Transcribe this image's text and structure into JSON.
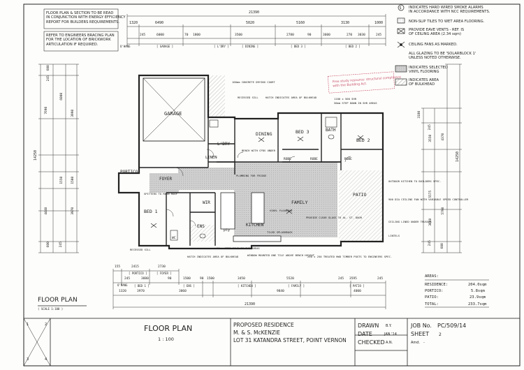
{
  "notes": {
    "energy": "FLOOR PLAN & SECTION TO BE READ\nIN CONJUNCTION WITH ENERGY EFFICIENCY\nREPORT FOR BUILDERS REQUIREMENTS.",
    "bracing": "REFER TO ENGINEERS BRACING PLAN\nFOR THE LOCATION OF BRICKWORK\nARTICULATION IF REQUIRED.",
    "glazing": "ALL GLAZING TO BE 'SOLARBLOCK 1'\nUNLESS NOTED OTHERWISE.",
    "stamp": "Free study resource: structural compliance\nwith the Building Act."
  },
  "legend": [
    {
      "key": "smoke",
      "text": "INDICATES HARD WIRED SMOKE ALARMS\nIN ACCORDANCE WITH NCC REQUIREMENTS."
    },
    {
      "key": "nonslip",
      "text": "NON-SLIP TILES TO WET AREA FLOORING."
    },
    {
      "key": "eave",
      "text": "PROVIDE EAVE VENTS - REF. IS\nOF CEILING AREA (2.34 sqm)"
    },
    {
      "key": "fans",
      "text": "CEILING FANS AS MARKED."
    },
    {
      "key": "vinyl",
      "text": "INDICATES SELECTED\nVINYL FLOORING"
    },
    {
      "key": "bulkhead",
      "text": "INDICATES AREA\nOF BULKHEAD"
    }
  ],
  "rooms": {
    "garage": "GARAGE",
    "dining": "DINING",
    "bed3": "BED 3",
    "bath": "BATH",
    "bed2": "BED 2",
    "laundry": "L'DRY",
    "linen": "LINEN",
    "portico": "PORTICO",
    "foyer": "FOYER",
    "wir": "WIR",
    "bed1": "BED 1",
    "ens": "ENS",
    "kitchen": "KITCHEN",
    "family": "FAMILY",
    "patio": "PATIO",
    "robe_a": "ROBE",
    "robe_b": "ROBE",
    "robe_c": "ROBE",
    "pantry": "pty",
    "wc": "WC"
  },
  "annotations": [
    "100mm CONCRETE DRYING COURT",
    "RECESSED SILL",
    "HATCH INDICATES AREA OF BULKHEAD",
    "1100 x 500 SHR",
    "50mm STEP DOWN IN SHR AREAS",
    "BENCH WITH CPDS UNDER",
    "PLUMBING FOR FRIDGE",
    "OUTDOOR KITCHEN TO BUILDERS SPEC.",
    "900 DIA CEILING FAN WITH VARIABLE SPEED CONTROLLER",
    "CEILING LINED UNDER TRUSSES",
    "LINTELS",
    "TILED SPLASHBACK",
    "VINYL FLOORING",
    "PROVIDE CLEAR GLASS TO AL. ST. DOOR",
    "250 x 250 TREATED HWD TIMBER POSTS TO ENGINEERS SPEC.",
    "WINDOW MOUNTED ONE TILE ABOVE BENCH HEIGHT",
    "50mm STEP DOWN IN SHR AREAS",
    "HATCH INDICATES AREA OF BULKHEAD",
    "SPITTERS TO MAIN ROOF",
    "RECESSED SILL"
  ],
  "dimensions": {
    "top_overall": "21390",
    "top_row1": [
      "1320",
      "6490",
      "5020",
      "5160",
      "3130",
      "1000"
    ],
    "top_row2": [
      "O'HANG",
      "245",
      "6000",
      "70",
      "1800",
      "3500",
      "2780",
      "90",
      "3600",
      "270",
      "3030",
      "245"
    ],
    "top_row2_labels": [
      "[ GARAGE ]",
      "[ L'DRY ]",
      "[ DINING ]",
      "[ BED 3 ]",
      "[ BED 2 ]"
    ],
    "bottom_row1": [
      "155",
      "2415",
      "2730"
    ],
    "bottom_row1_labels": [
      "[ PORTICO ]",
      "[ FOYER ]"
    ],
    "bottom_row2": [
      "O'HANG",
      "245",
      "3880",
      "90",
      "1500",
      "90",
      "1500",
      "3450",
      "5520",
      "245",
      "3595",
      "245"
    ],
    "bottom_row2_labels": [
      "[ BED 1 ]",
      "[ ENS ]",
      "[ KITCHEN ]",
      "[ FAMILY ]",
      "[ PATIO ]"
    ],
    "bottom_row3": [
      "1320",
      "3970",
      "3060",
      "9840",
      "4000"
    ],
    "bottom_overall": "21390",
    "left_overall": "14250",
    "left_values": [
      "600",
      "245",
      "6000",
      "7690",
      "3990",
      "1550",
      "1500",
      "3970",
      "4440",
      "245",
      "600"
    ],
    "right_values": [
      "3180",
      "245",
      "3550",
      "4370",
      "14250",
      "5575",
      "5790",
      "3060",
      "245",
      "600"
    ]
  },
  "areas": {
    "title": "AREAS:",
    "rows": [
      {
        "label": "RESIDENCE:",
        "value": "204.0sqm"
      },
      {
        "label": "PORTICO:",
        "value": "5.8sqm"
      },
      {
        "label": "PATIO:",
        "value": "23.9sqm"
      },
      {
        "label": "TOTAL:",
        "value": "233.7sqm"
      }
    ]
  },
  "plan_title": "FLOOR PLAN",
  "plan_scale": "( SCALE 1:100 )",
  "title_block": {
    "drawing_title": "FLOOR PLAN",
    "scale": "1 : 100",
    "project_line1": "PROPOSED RESIDENCE",
    "project_line2": "M. & S. McKENZIE",
    "project_line3": "LOT 31 KATANDRA STREET, POINT VERNON",
    "drawn_label": "DRAWN",
    "drawn_value": "B.Y.",
    "date_label": "DATE",
    "date_value": "JAN '14",
    "checked_label": "CHECKED",
    "checked_value": "A.N.",
    "job_label": "JOB No.",
    "job_value": "PC/509/14",
    "sheet_label": "SHEET",
    "sheet_value": "2",
    "amd_label": "Amd.",
    "amd_value": "-",
    "north": [
      "1",
      "2",
      "3",
      "4"
    ]
  },
  "colors": {
    "ink": "#222222",
    "vinyl_fill": "#c9c9c9",
    "bulkhead_hatch": "#8a8a8a",
    "stamp": "#c8506a"
  }
}
